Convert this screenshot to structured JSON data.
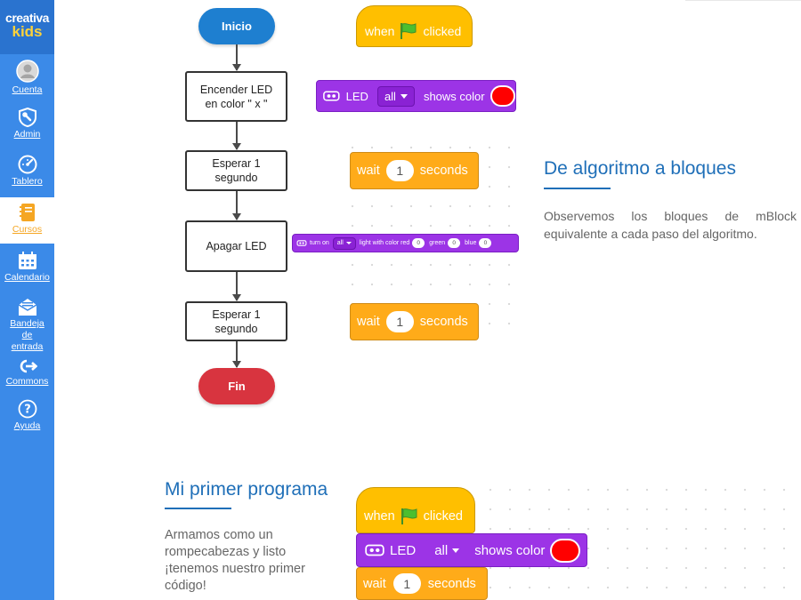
{
  "sidebar": {
    "logo_top": "creativa",
    "logo_bottom": "kids",
    "items": [
      {
        "label": "Cuenta",
        "icon": "user-avatar-icon"
      },
      {
        "label": "Admin",
        "icon": "shield-wrench-icon"
      },
      {
        "label": "Tablero",
        "icon": "dashboard-gauge-icon"
      },
      {
        "label": "Cursos",
        "icon": "book-icon",
        "active": true
      },
      {
        "label": "Calendario",
        "icon": "calendar-icon"
      },
      {
        "label": "Bandeja de entrada",
        "icon": "inbox-icon"
      },
      {
        "label": "Commons",
        "icon": "commons-arrow-icon"
      },
      {
        "label": "Ayuda",
        "icon": "help-icon"
      }
    ]
  },
  "flowchart": {
    "start": "Inicio",
    "step1": "Encender LED en color \" x \"",
    "step2": "Esperar 1 segundo",
    "step3": "Apagar LED",
    "step4": "Esperar 1 segundo",
    "end": "Fin"
  },
  "blocks": {
    "when": "when",
    "clicked": "clicked",
    "led": "LED",
    "all": "all",
    "shows_color": "shows color",
    "wait": "wait",
    "one": "1",
    "seconds": "seconds",
    "turn_on": "turn on",
    "light_with_color_red": "light with color red",
    "green": "green",
    "blue": "blue",
    "zero": "0"
  },
  "section1": {
    "title": "De algoritmo a bloques",
    "text": "Observemos los bloques de mBlock equivalente a cada paso del algoritmo."
  },
  "section2": {
    "title": "Mi primer programa",
    "text": "Armamos como un rompecabezas y listo ¡tenemos nuestro primer código!"
  },
  "colors": {
    "sidebar": "#3b8ae8",
    "start_oval": "#1e7fd0",
    "end_oval": "#d8343f",
    "title_blue": "#1f6fb8",
    "event_yellow": "#ffbf00",
    "control_orange": "#ffab19",
    "led_purple": "#9c34e6"
  }
}
